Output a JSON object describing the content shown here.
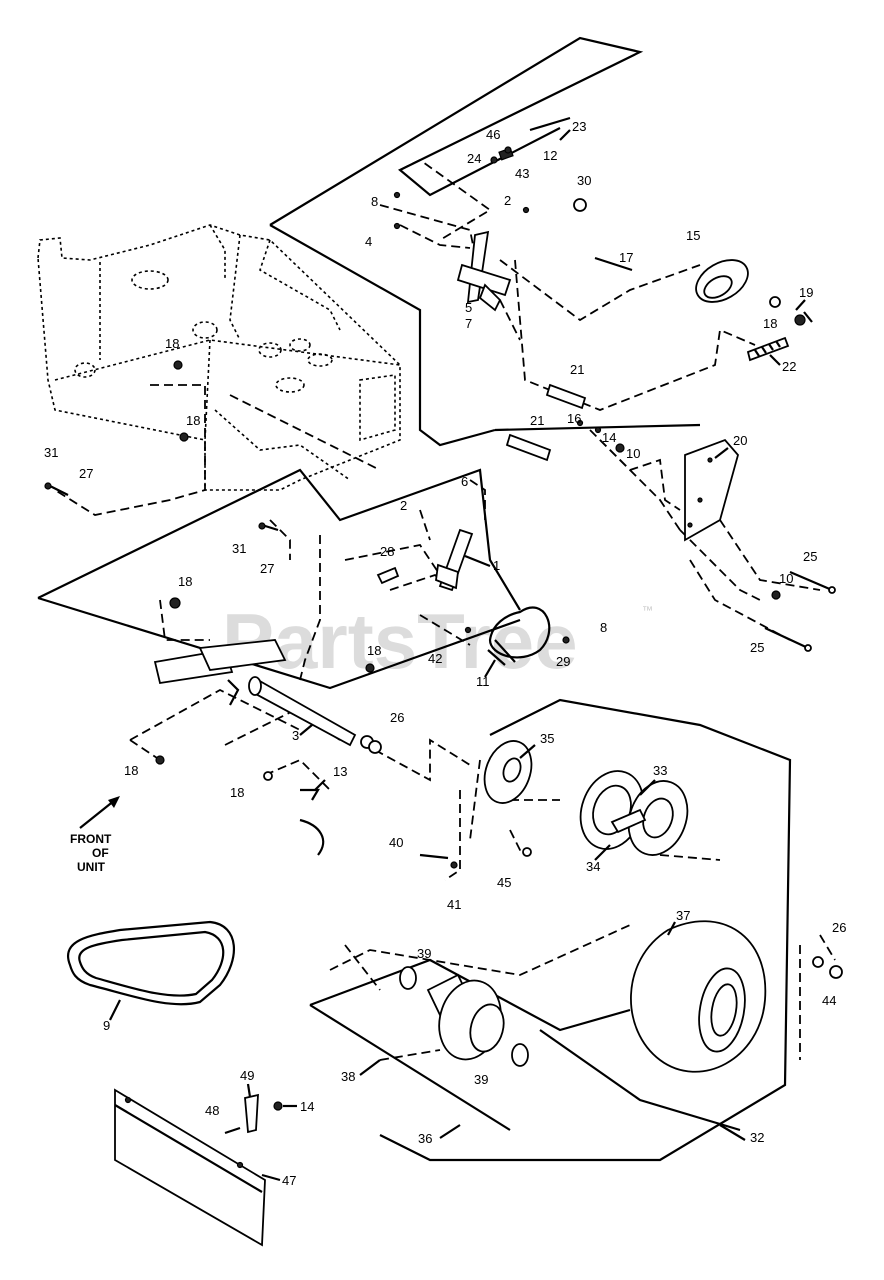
{
  "watermark": {
    "text": "PartsTree",
    "trademark": "™"
  },
  "front_label": {
    "line1": "FRONT",
    "line2": "OF",
    "line3": "UNIT"
  },
  "callouts": {
    "c1": "1",
    "c2a": "2",
    "c2b": "2",
    "c3": "3",
    "c4": "4",
    "c5": "5",
    "c6": "6",
    "c7": "7",
    "c8a": "8",
    "c8b": "8",
    "c9": "9",
    "c10a": "10",
    "c10b": "10",
    "c11": "11",
    "c12": "12",
    "c13": "13",
    "c14a": "14",
    "c14b": "14",
    "c15": "15",
    "c16": "16",
    "c17": "17",
    "c18a": "18",
    "c18b": "18",
    "c18c": "18",
    "c18d": "18",
    "c18e": "18",
    "c18f": "18",
    "c18g": "18",
    "c19": "19",
    "c20": "20",
    "c21a": "21",
    "c21b": "21",
    "c22": "22",
    "c23": "23",
    "c24": "24",
    "c25a": "25",
    "c25b": "25",
    "c26a": "26",
    "c26b": "26",
    "c27a": "27",
    "c27b": "27",
    "c28": "28",
    "c29": "29",
    "c30": "30",
    "c31a": "31",
    "c31b": "31",
    "c32": "32",
    "c33": "33",
    "c34": "34",
    "c35": "35",
    "c36": "36",
    "c37": "37",
    "c38": "38",
    "c39a": "39",
    "c39b": "39",
    "c40": "40",
    "c41": "41",
    "c42": "42",
    "c43": "43",
    "c44": "44",
    "c45": "45",
    "c46": "46",
    "c47": "47",
    "c48": "48",
    "c49": "49"
  }
}
